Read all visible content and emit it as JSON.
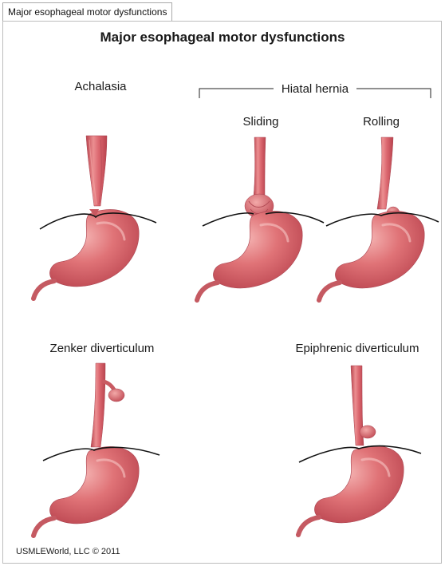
{
  "window": {
    "tab_label": "Major esophageal motor dysfunctions"
  },
  "figure": {
    "title": "Major esophageal motor dysfunctions",
    "labels": {
      "achalasia": "Achalasia",
      "hiatal_hernia": "Hiatal hernia",
      "sliding": "Sliding",
      "rolling": "Rolling",
      "zenker": "Zenker diverticulum",
      "epiphrenic": "Epiphrenic diverticulum"
    },
    "copyright": "USMLEWorld, LLC © 2011"
  },
  "colors": {
    "organ": "#d9646b",
    "organ_light": "#f1a3a3",
    "organ_dark": "#b6454f",
    "diaphragm": "#111111"
  }
}
